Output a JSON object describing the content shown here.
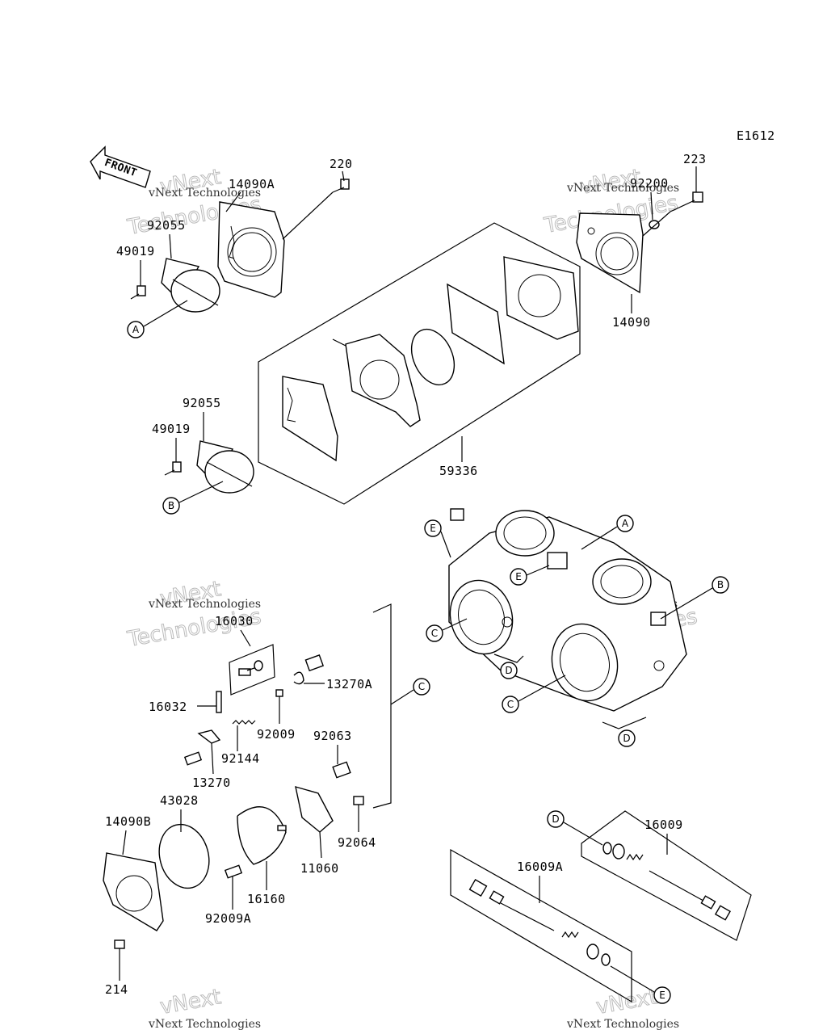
{
  "diagram_code": "E1612",
  "front_label": "FRONT",
  "watermark": {
    "line1": "vNext",
    "line2": "Technologies",
    "caption": "vNext Technologies"
  },
  "parts": {
    "p14090A": "14090A",
    "p220": "220",
    "p92055_top": "92055",
    "p49019_top": "49019",
    "p223": "223",
    "p92200": "92200",
    "p14090": "14090",
    "p92055_mid": "92055",
    "p49019_mid": "49019",
    "p59336": "59336",
    "p16030": "16030",
    "p13270A": "13270A",
    "p16032": "16032",
    "p92009": "92009",
    "p92063": "92063",
    "p92144": "92144",
    "p13270": "13270",
    "p92064": "92064",
    "p43028": "43028",
    "p14090B": "14090B",
    "p11060": "11060",
    "p16160": "16160",
    "p92009A": "92009A",
    "p214": "214",
    "p16009": "16009",
    "p16009A": "16009A"
  },
  "refs": {
    "A": "A",
    "B": "B",
    "C": "C",
    "D": "D",
    "E": "E"
  }
}
